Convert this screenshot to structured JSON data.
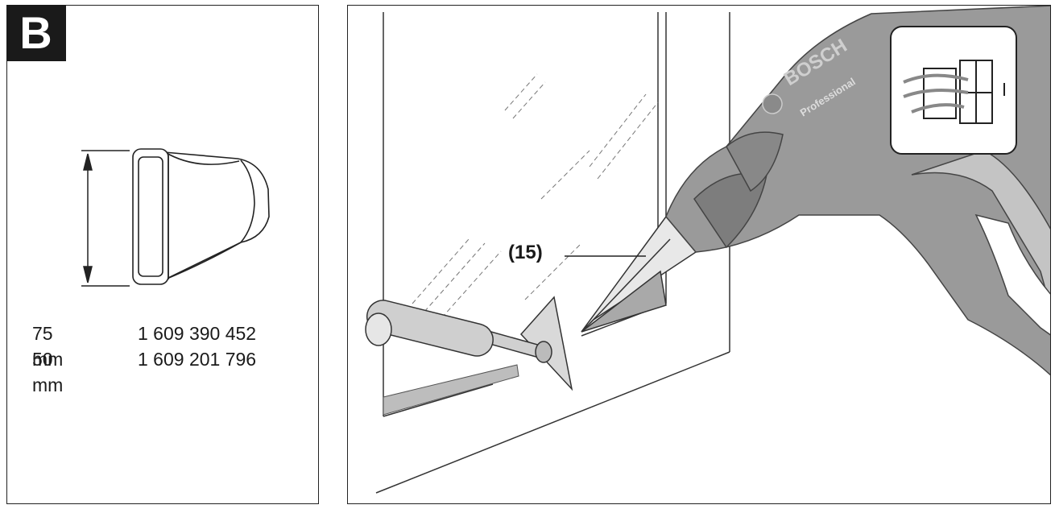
{
  "section_label": "B",
  "accessory_rows": [
    {
      "size": "75 mm",
      "part_number": "1 609 390 452"
    },
    {
      "size": "50 mm",
      "part_number": "1 609 201 796"
    }
  ],
  "callout_label": "(15)",
  "tool_brand": "BOSCH",
  "tool_series": "Professional",
  "icon_names": [
    "dimension-arrow-icon",
    "window-airflow-icon"
  ]
}
